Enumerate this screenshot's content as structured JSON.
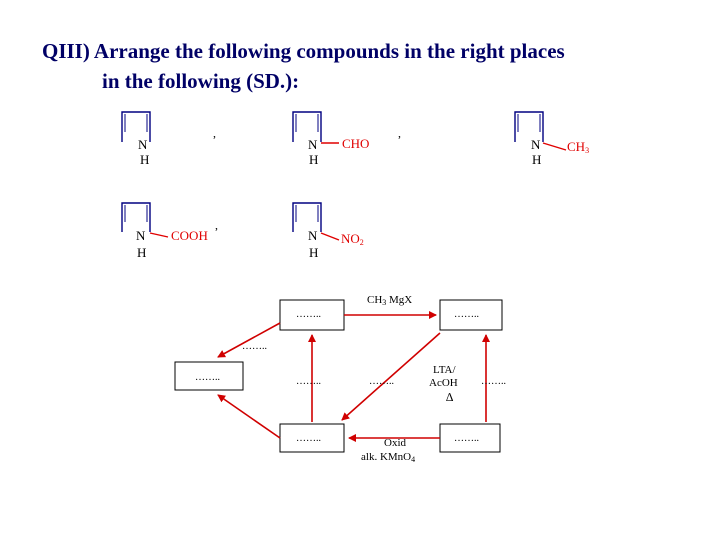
{
  "title": {
    "line1": "QIII) Arrange the following compounds in the right places",
    "line2": "in the following (SD.):"
  },
  "compounds": {
    "ring_atom": "N",
    "nh": "H",
    "sep": ",",
    "c2_group": "CHO",
    "c3_group": "CH",
    "c3_sub": "3",
    "c4_group": "COOH",
    "c5_group": "NO",
    "c5_sub": "2"
  },
  "scheme": {
    "blank": "……..",
    "reagent_grignard": "CH",
    "reagent_grignard_sub": "3",
    "reagent_grignard_rest": " MgX",
    "reagent_lta_1": "LTA/",
    "reagent_lta_2": "AcOH",
    "reagent_lta_3": "∆",
    "reagent_oxid_1": "Oxid",
    "reagent_oxid_2": "alk. KMnO",
    "reagent_oxid_sub": "4"
  },
  "colors": {
    "title": "#000066",
    "ring": "#000080",
    "substituent": "#e00000",
    "arrow": "#d00000",
    "box": "#000000"
  }
}
